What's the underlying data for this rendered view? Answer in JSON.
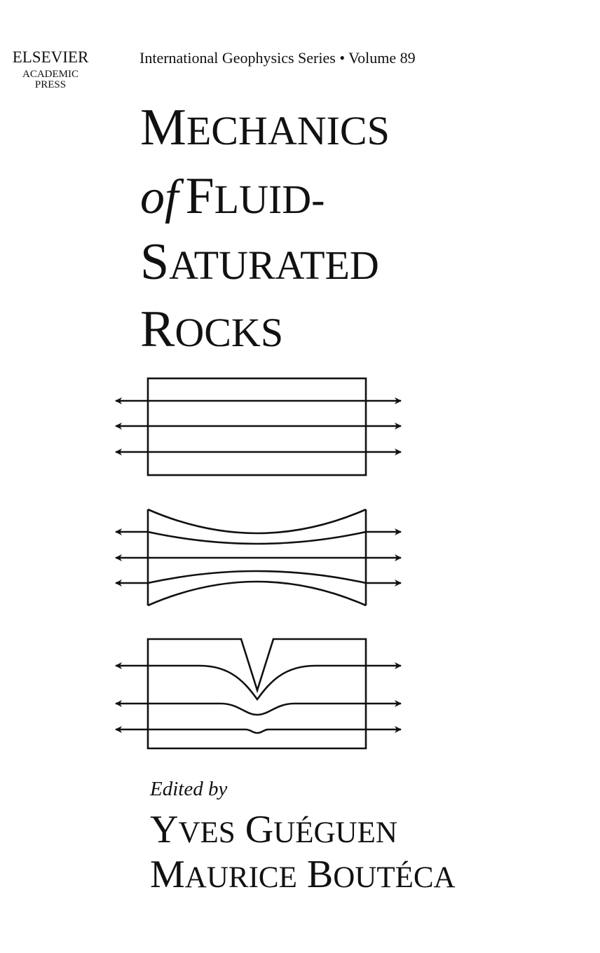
{
  "publisher": {
    "line1": "ELSEVIER",
    "line2": "ACADEMIC",
    "line3": "PRESS"
  },
  "series": "International Geophysics Series • Volume 89",
  "title": {
    "line1_big": "M",
    "line1_small": "ECHANICS",
    "line2_of": "of",
    "line2_big": "F",
    "line2_small": "LUID-",
    "line3_big": "S",
    "line3_small": "ATURATED",
    "line4_big": "R",
    "line4_small": "OCKS"
  },
  "edited_by": "Edited by",
  "editors": [
    {
      "big1": "Y",
      "small1": "VES",
      "big2": "G",
      "small2": "UÉGUEN"
    },
    {
      "big1": "M",
      "small1": "AURICE",
      "big2": "B",
      "small2": "OUTÉCA"
    }
  ]
}
